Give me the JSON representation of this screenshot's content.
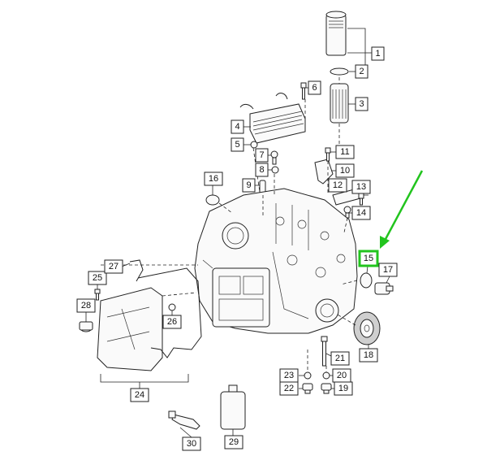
{
  "diagram": {
    "highlighted_part": "15",
    "highlight_color": "#22c41e",
    "callouts": [
      "1",
      "2",
      "3",
      "4",
      "5",
      "6",
      "7",
      "8",
      "9",
      "10",
      "11",
      "12",
      "13",
      "14",
      "15",
      "16",
      "17",
      "18",
      "19",
      "20",
      "21",
      "22",
      "23",
      "24",
      "25",
      "26",
      "27",
      "28",
      "29",
      "30"
    ]
  }
}
